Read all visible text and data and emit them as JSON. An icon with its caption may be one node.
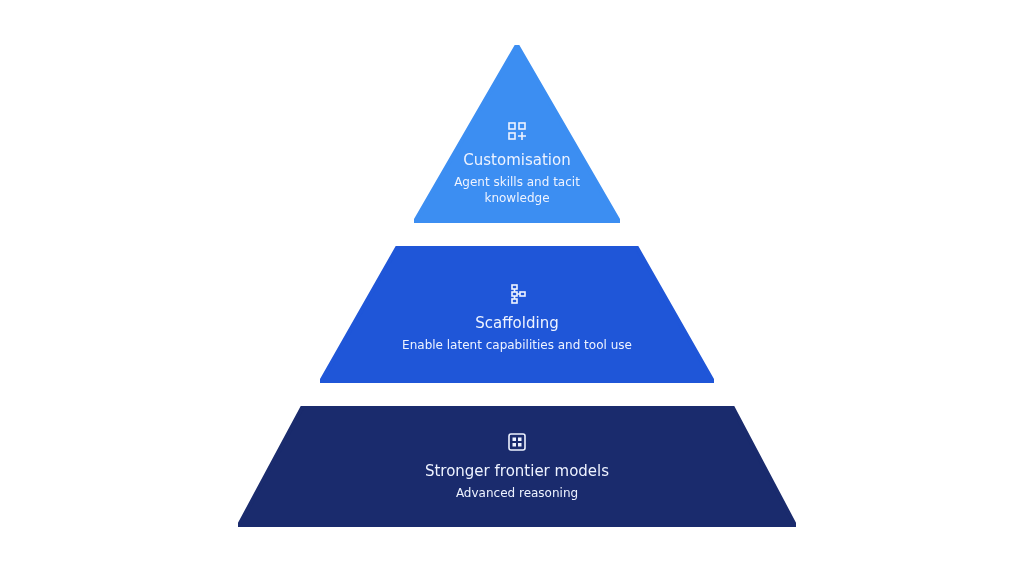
{
  "diagram": {
    "nodes": [
      {
        "text": [
          "Customisation",
          "Agent skills and tacit knowledge"
        ]
      },
      {
        "text": [
          "Scaffolding",
          "Enable latent capabilities and tool use"
        ]
      },
      {
        "text": [
          "Stronger frontier models",
          "Advanced reasoning"
        ]
      }
    ]
  }
}
